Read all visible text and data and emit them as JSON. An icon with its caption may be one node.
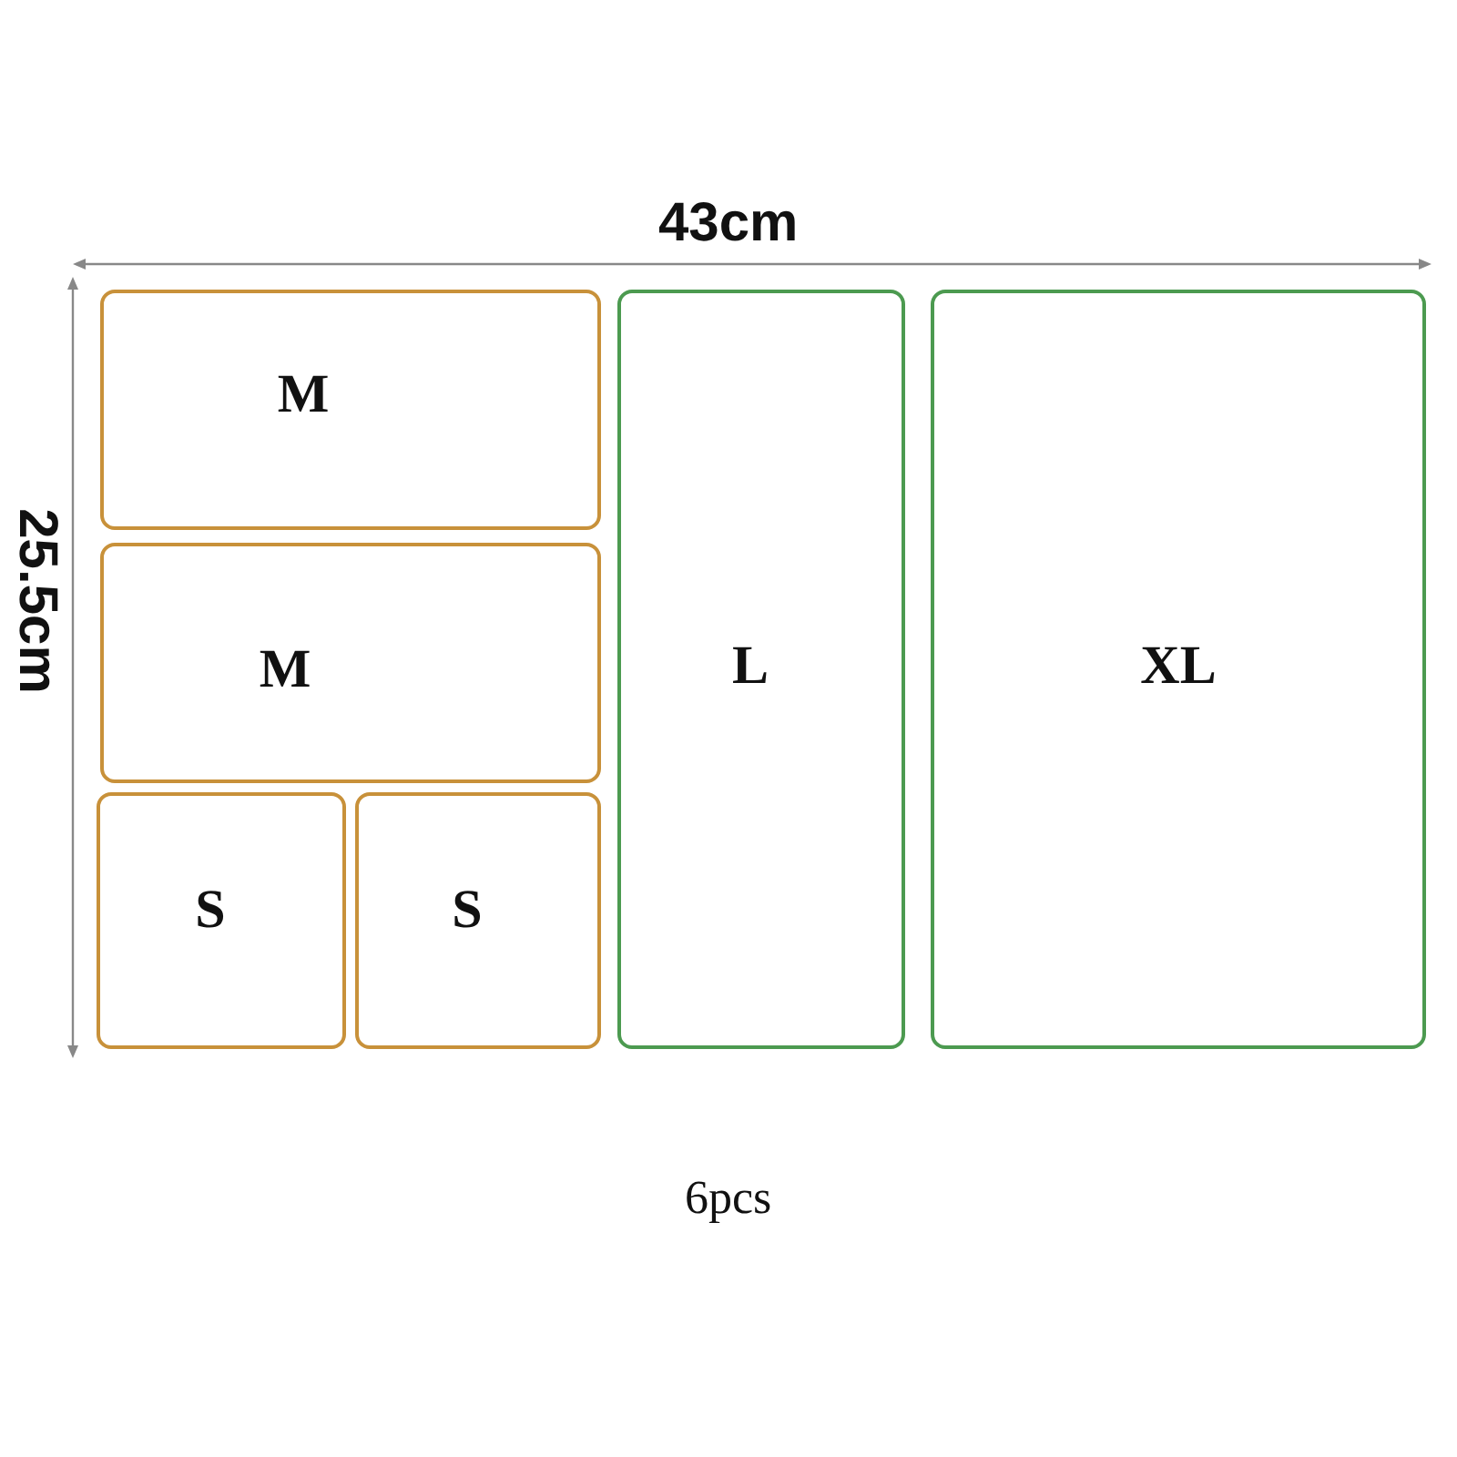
{
  "diagram": {
    "nodes": [
      {
        "text": [
          "M"
        ]
      },
      {
        "text": [
          "M"
        ]
      },
      {
        "text": [
          "S"
        ]
      },
      {
        "text": [
          "S"
        ]
      },
      {
        "text": [
          "L"
        ]
      },
      {
        "text": [
          "XL"
        ]
      }
    ],
    "edges": [],
    "labels": [
      "43cm",
      "25.5cm",
      "6pcs"
    ]
  }
}
